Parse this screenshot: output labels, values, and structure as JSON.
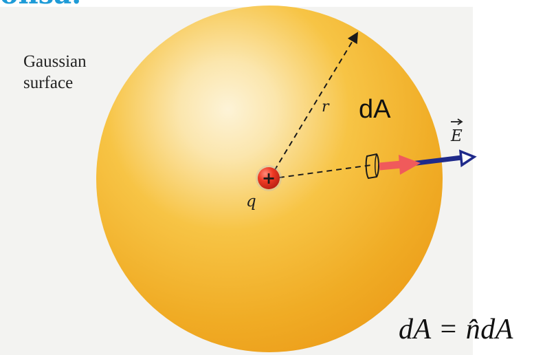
{
  "heading_fragment": "onsa.",
  "labels": {
    "gaussian_line1": "Gaussian",
    "gaussian_line2": "surface",
    "radius": "r",
    "area_element": "dA",
    "charge": "q",
    "charge_sign": "+",
    "field": "E",
    "equation": "dA = n̂dA"
  },
  "colors": {
    "sphere_center": "#fdf3d7",
    "sphere_mid": "#f7c445",
    "sphere_edge": "#ec9d1a",
    "charge": "#e52c1d",
    "normal_arrow": "#f05a5b",
    "field_arrow": "#1f2a8a",
    "heading": "#1e9bd7"
  },
  "icons": {
    "charge": "positive-charge-icon",
    "area_patch": "area-element-icon"
  }
}
